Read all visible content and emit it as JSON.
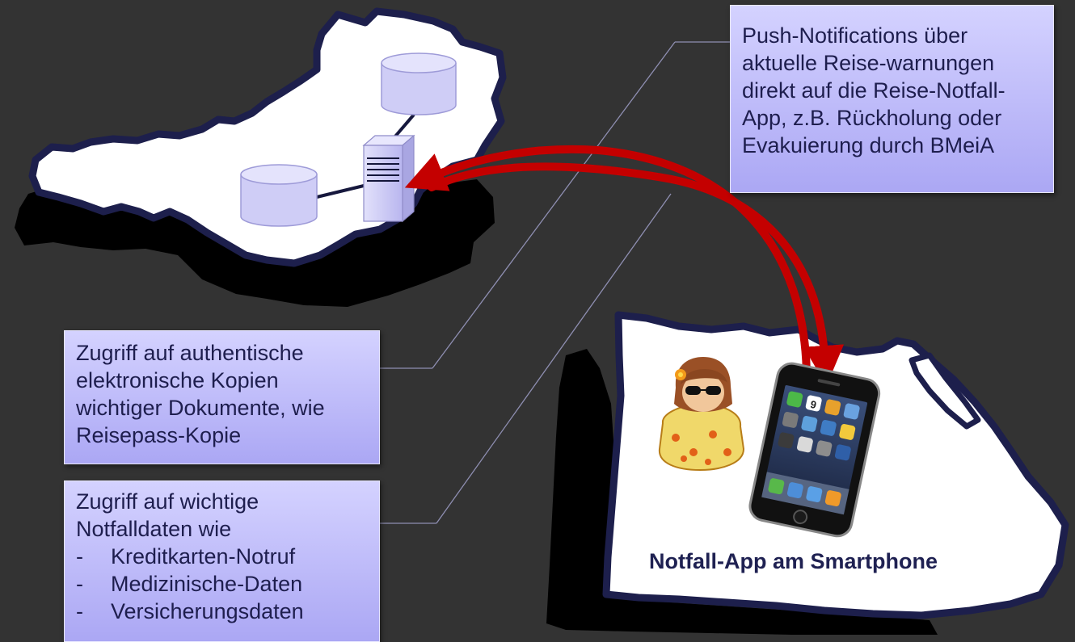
{
  "callouts": {
    "push": [
      "Push-Notifications über",
      "aktuelle Reise-warnungen",
      "direkt auf die Reise-Notfall-",
      "App, z.B. Rückholung oder",
      "Evakuierung durch BMeiA"
    ],
    "copies": [
      "Zugriff auf authentische",
      "elektronische Kopien",
      "wichtiger Dokumente, wie",
      "Reisepass-Kopie"
    ],
    "emergency": {
      "lines": [
        "Zugriff auf wichtige",
        "Notfalldaten wie"
      ],
      "bullet": "-",
      "items": [
        "Kreditkarten-Notruf",
        "Medizinische-Daten",
        "Versicherungsdaten"
      ]
    }
  },
  "phone_caption": "Notfall-App am Smartphone",
  "phone_screen": {
    "calendar_day": "9"
  },
  "colors": {
    "background": "#333333",
    "arrow": "#c40000",
    "map_fill": "#ffffff",
    "map_outline": "#1d1f4c",
    "callout_fill": "#c2c0fb",
    "database": "#cfcdf6",
    "caption_text": "#1f2152"
  },
  "icons": [
    "austria-map",
    "egypt-map",
    "database-icon",
    "server-icon",
    "tourist-avatar-icon",
    "smartphone-icon"
  ]
}
